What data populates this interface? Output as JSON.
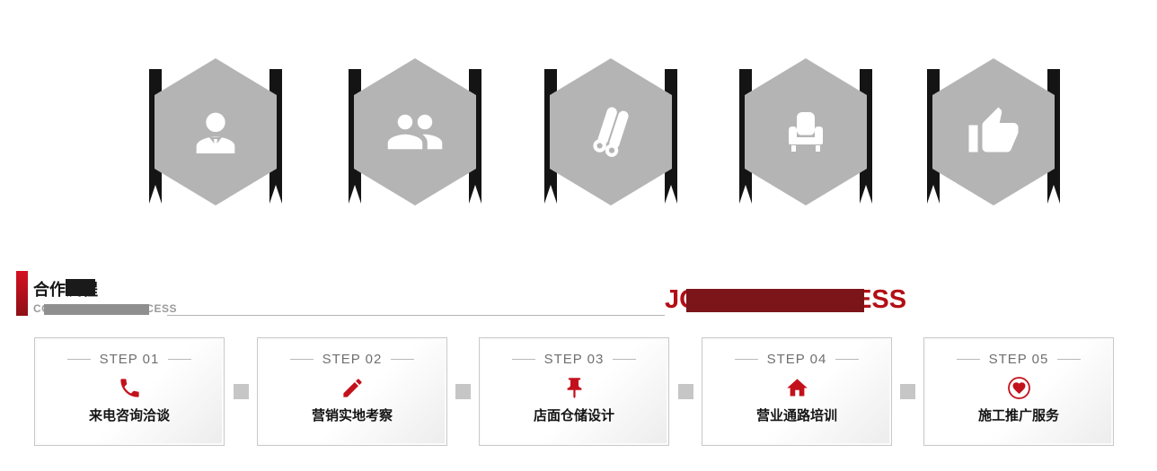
{
  "header": {
    "title": "合作流程",
    "subtitle": "COOPERATION PROCESS",
    "english_title": "JOINING PROCESS"
  },
  "badges": [
    {
      "icon": "businessman-icon"
    },
    {
      "icon": "people-icon"
    },
    {
      "icon": "logs-icon"
    },
    {
      "icon": "armchair-icon"
    },
    {
      "icon": "thumbs-up-icon"
    }
  ],
  "steps": [
    {
      "number": "STEP 01",
      "label": "来电咨询洽谈",
      "icon": "phone-icon"
    },
    {
      "number": "STEP 02",
      "label": "营销实地考察",
      "icon": "pencil-icon"
    },
    {
      "number": "STEP 03",
      "label": "店面仓储设计",
      "icon": "pushpin-icon"
    },
    {
      "number": "STEP 04",
      "label": "营业通路培训",
      "icon": "home-icon"
    },
    {
      "number": "STEP 05",
      "label": "施工推广服务",
      "icon": "heart-icon"
    }
  ],
  "colors": {
    "accent_red": "#c3111c",
    "dark_red": "#7c151a",
    "hex_gray": "#b4b4b4",
    "ribbon_black": "#141414",
    "card_border": "#c9c9c9"
  }
}
